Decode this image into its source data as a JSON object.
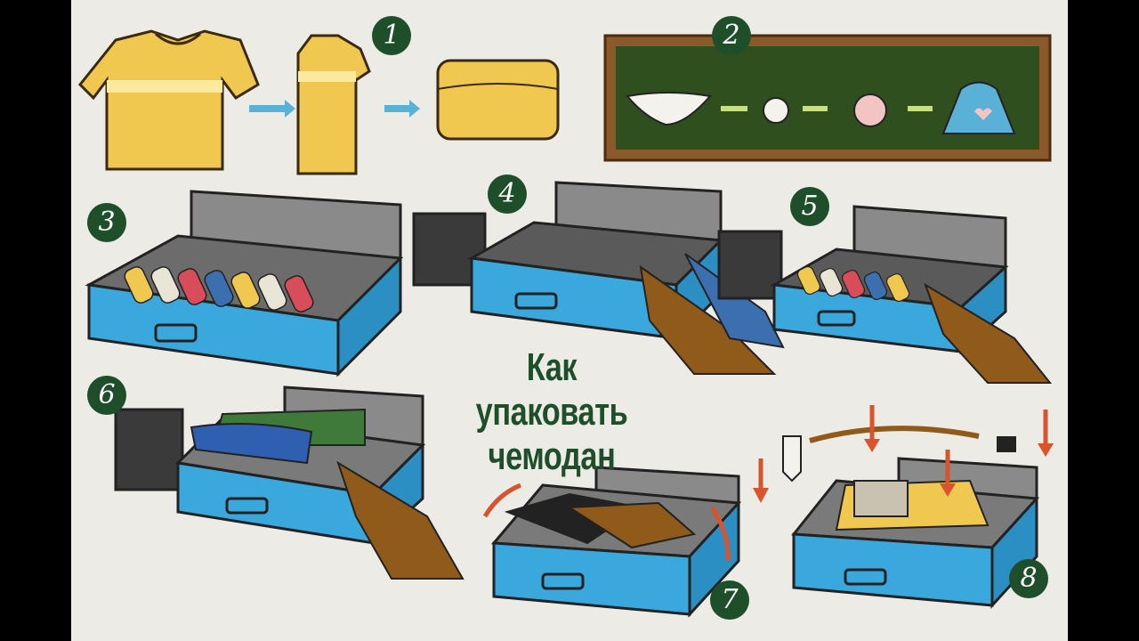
{
  "title": {
    "line1": "Как упаковать",
    "line2": "чемодан"
  },
  "steps": [
    "1",
    "2",
    "3",
    "4",
    "5",
    "6",
    "7",
    "8"
  ],
  "colors": {
    "background": "#ecebe6",
    "step_badge": "#1e4f2a",
    "title": "#1e4f2a",
    "suitcase": "#3aa7dd",
    "shirt": "#f1c84f",
    "arrow_blue": "#5ab1d8",
    "arrow_red": "#d9532c",
    "board_green": "#2f4f1e",
    "board_frame": "#8b5a2b"
  }
}
